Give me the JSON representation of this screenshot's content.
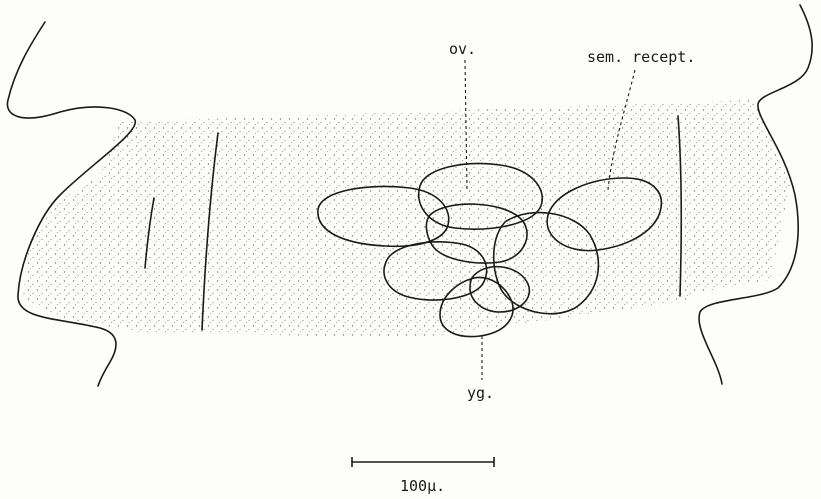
{
  "labels": {
    "ovary": "ov.",
    "seminal_receptacle": "sem. recept.",
    "yolk_gland": "yg.",
    "scale": "100μ."
  },
  "colors": {
    "ink": "#1a1a1a",
    "paper": "#fdfdfb",
    "stipple": "#6e6e6e"
  }
}
